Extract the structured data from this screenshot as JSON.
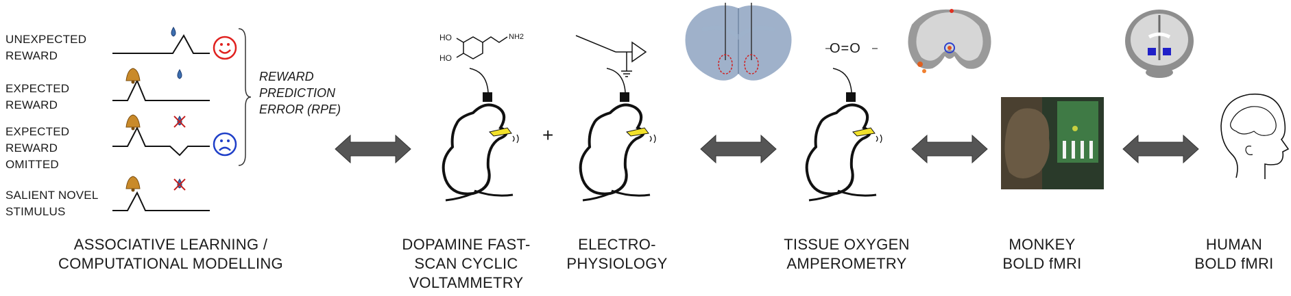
{
  "signals": [
    {
      "label": "UNEXPECTED\nREWARD"
    },
    {
      "label": "EXPECTED\nREWARD"
    },
    {
      "label": "EXPECTED\nREWARD\nOMITTED"
    },
    {
      "label": "SALIENT NOVEL\nSTIMULUS"
    }
  ],
  "rpe_label": "REWARD\nPREDICTION\nERROR (RPE)",
  "plus_sign": "+",
  "oxygen_symbol": "O=O",
  "molecule_labels": {
    "ho_top": "HO",
    "ho_bottom": "HO",
    "nh2": "NH2"
  },
  "captions": {
    "learning": "ASSOCIATIVE LEARNING /\nCOMPUTATIONAL MODELLING",
    "fscv": "DOPAMINE FAST-\nSCAN CYCLIC\nVOLTAMMETRY",
    "ephys": "ELECTRO-\nPHYSIOLOGY",
    "oxygen": "TISSUE OXYGEN\nAMPEROMETRY",
    "monkey": "MONKEY\nBOLD fMRI",
    "human": "HUMAN\nBOLD fMRI"
  },
  "colors": {
    "happy": "#e0211f",
    "sad": "#1f3fc8",
    "drop": "#3d6fb0",
    "bell": "#c98a2a",
    "arrow": "#555555",
    "lever": "#f2e12a"
  }
}
